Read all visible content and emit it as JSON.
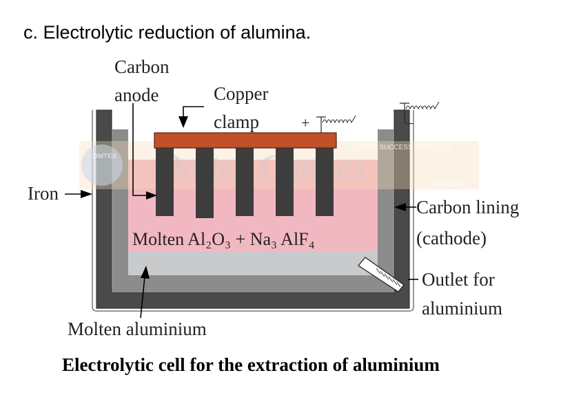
{
  "heading": "c. Electrolytic reduction of alumina.",
  "labels": {
    "carbon_anode_line1": "Carbon",
    "carbon_anode_line2": "anode",
    "copper_clamp_line1": "Copper",
    "copper_clamp_line2": "clamp",
    "plus_sign": "+",
    "minus_sign": "−",
    "iron": "Iron",
    "carbon_lining_line1": "Carbon lining",
    "carbon_lining_line2": "(cathode)",
    "electrolyte": "Molten Al₂O₃ + Na₃ AlF₄",
    "outlet_line1": "Outlet for",
    "outlet_line2": "aluminium",
    "molten_aluminium": "Molten aluminium"
  },
  "caption": "Electrolytic cell for the extraction of aluminium",
  "watermark": {
    "main": "Omtex Classes",
    "tagline": "\"ACHIEVE SUCCESS THROUGH\"",
    "since": "Since 2003",
    "badge": "OMTEX"
  },
  "colors": {
    "iron_shell": "#4a4a4a",
    "carbon_lining": "#8c8c8c",
    "electrolyte": "#f2b8c2",
    "molten_aluminium": "#c8cacc",
    "copper_clamp": "#c0512a",
    "anode": "#3d3d3d"
  }
}
